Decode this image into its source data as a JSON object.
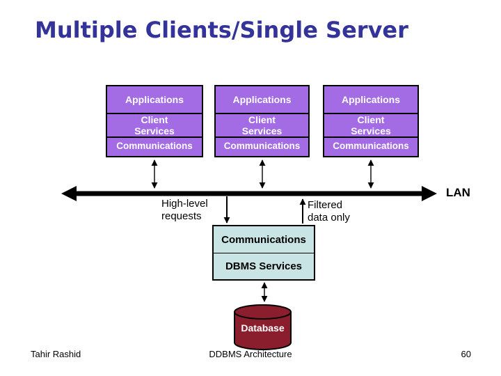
{
  "slide": {
    "title": "Multiple Clients/Single Server"
  },
  "client_stack": {
    "applications": "Applications",
    "client_services_line1": "Client",
    "client_services_line2": "Services",
    "communications": "Communications"
  },
  "network": {
    "lan_label": "LAN",
    "high_level_line1": "High-level",
    "high_level_line2": "requests",
    "filtered_line1": "Filtered",
    "filtered_line2": "data only"
  },
  "server_stack": {
    "communications": "Communications",
    "dbms_services": "DBMS Services"
  },
  "database": {
    "label": "Database"
  },
  "footer": {
    "author": "Tahir Rashid",
    "center": "DDBMS Architecture",
    "page_number": "60"
  },
  "colors": {
    "title-navy": "#333399",
    "client-purple": "#A36BE4",
    "server-teal": "#C9E4E4",
    "database-red": "#8B1E2C",
    "line-black": "#000000"
  }
}
